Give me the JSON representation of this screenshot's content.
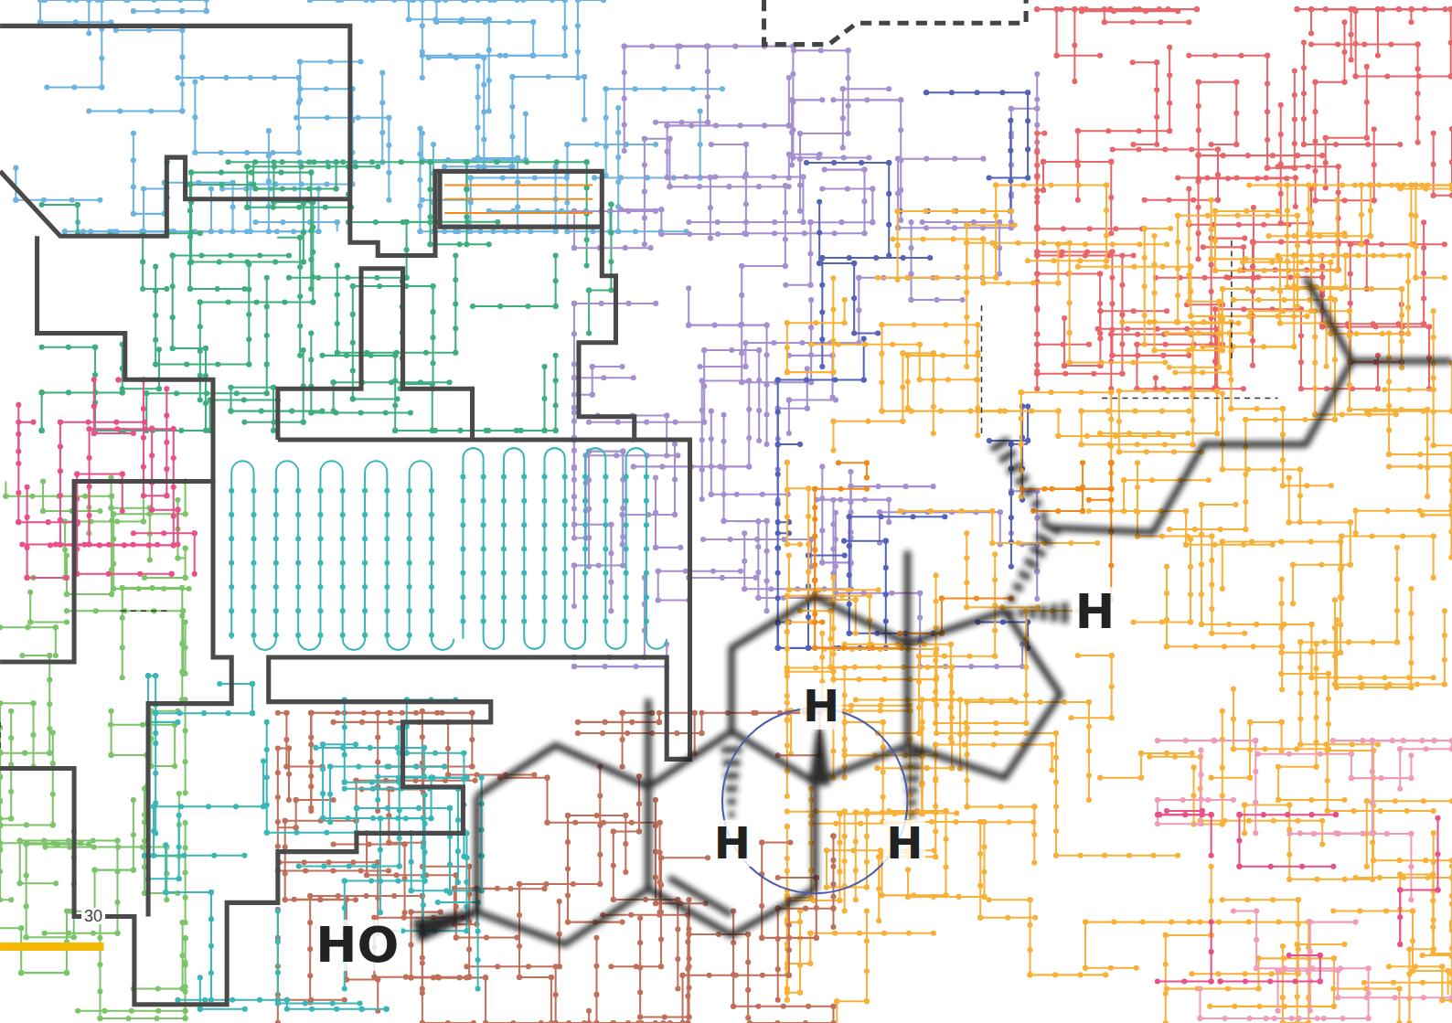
{
  "diagram": {
    "labels": [
      "30",
      "HO",
      "H",
      "H",
      "H",
      "H"
    ]
  }
}
